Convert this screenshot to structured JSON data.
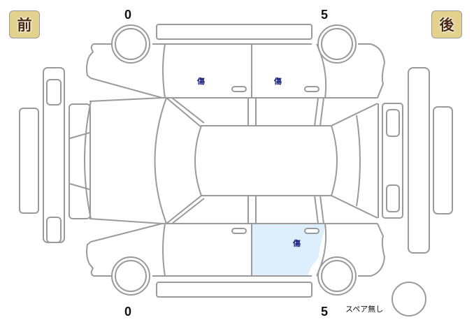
{
  "labels": {
    "front": "前",
    "rear": "後"
  },
  "tire_tread": {
    "top_left": "0",
    "top_right": "5",
    "bottom_left": "0",
    "bottom_right": "5"
  },
  "damage_marks": [
    {
      "panel": "left-front-door",
      "label": "傷"
    },
    {
      "panel": "left-rear-door",
      "label": "傷"
    },
    {
      "panel": "right-rear-door",
      "label": "傷",
      "highlight": "#ddeefd"
    }
  ],
  "spare": {
    "label": "スペア無し"
  },
  "colors": {
    "badge_bg": "#e3d28e",
    "badge_text": "#4a2a12",
    "outline": "#9a9a9a",
    "highlight": "#ddeefd",
    "mark_text": "#1a237e"
  }
}
